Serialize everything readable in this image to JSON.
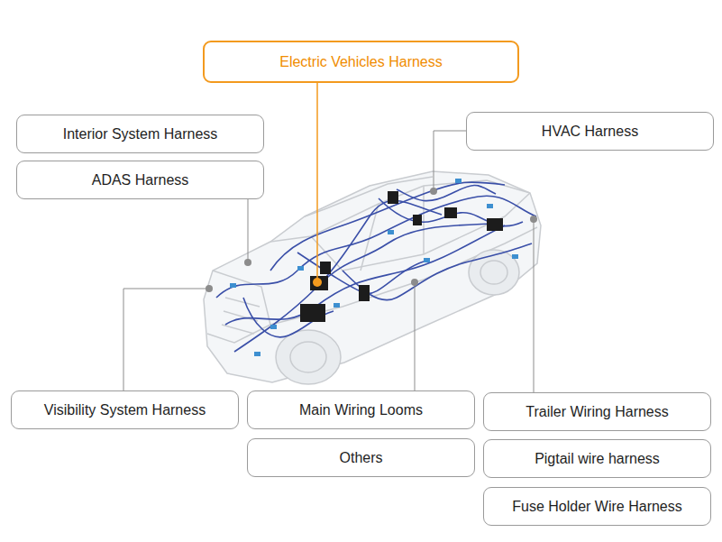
{
  "diagram": {
    "nodes": [
      {
        "text": [
          "Electric Vehicles Harness"
        ]
      },
      {
        "text": [
          "Interior System Harness"
        ]
      },
      {
        "text": [
          "HVAC Harness"
        ]
      },
      {
        "text": [
          "ADAS Harness"
        ]
      },
      {
        "text": [
          "Visibility System Harness"
        ]
      },
      {
        "text": [
          "Main Wiring Looms"
        ]
      },
      {
        "text": [
          "Trailer Wiring Harness"
        ]
      },
      {
        "text": [
          "Others"
        ]
      },
      {
        "text": [
          "Pigtail wire harness"
        ]
      },
      {
        "text": [
          "Fuse Holder Wire Harness"
        ]
      }
    ]
  }
}
